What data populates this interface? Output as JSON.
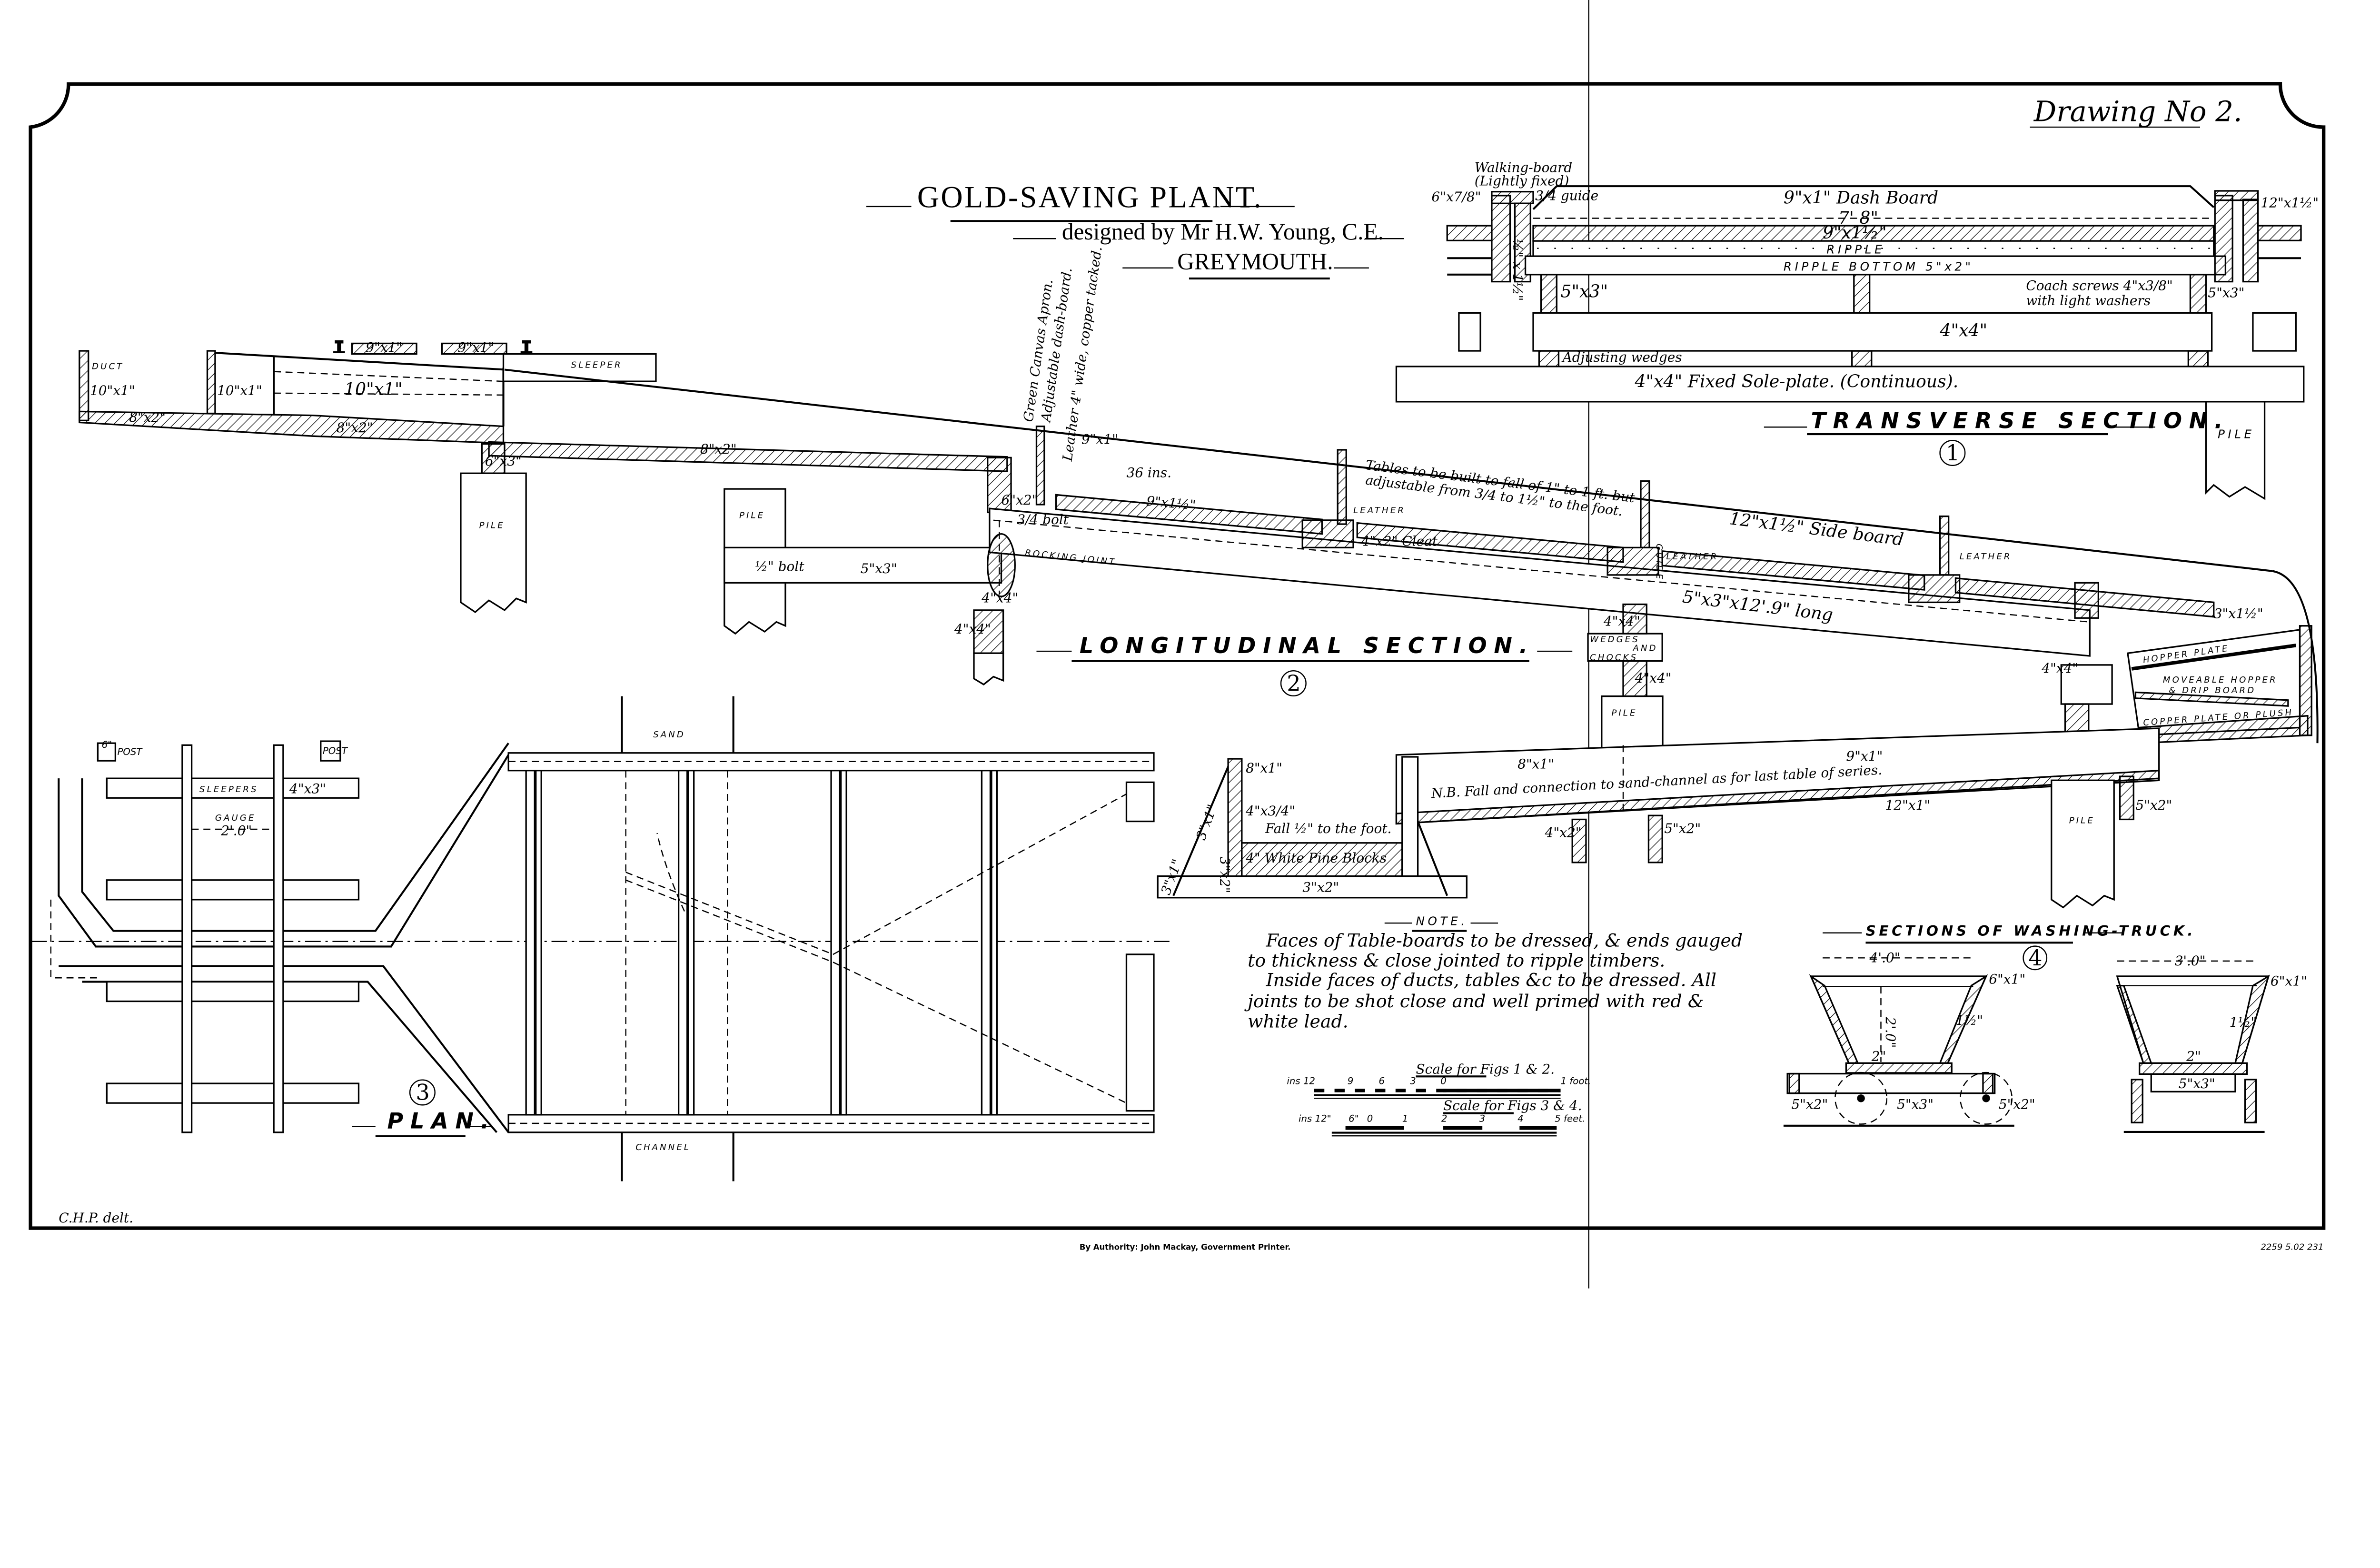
{
  "sheet": {
    "drawing_no": "Drawing No 2.",
    "title": "GOLD-SAVING PLANT.",
    "designer": "designed by Mr H.W. Young, C.E.",
    "location": "GREYMOUTH.",
    "draughtsman": "C.H.P. delt.",
    "imprint": "By Authority: John Mackay, Government Printer.",
    "print_code": "2259 5.02 231"
  },
  "transverse": {
    "title": "TRANSVERSE SECTION.",
    "figure": "1",
    "labels": [
      "Walking-board",
      "(Lightly fixed)",
      "6\"x7/8\"",
      "3/4 guide",
      "9\"x1\" Dash Board",
      "7' 8\"",
      "9\"x1½\"",
      "RIPPLE",
      "RIPPLE BOTTOM 5\"x2\"",
      "½\" x 1½\"",
      "5\"x3\"",
      "Coach screws 4\"x3/8\"",
      "with light washers",
      "4\"x4\"",
      "Adjusting wedges",
      "4\"x4\" Fixed Sole-plate. (Continuous).",
      "12\"x1½\"",
      "PILE",
      "5\"x3\""
    ]
  },
  "longitudinal": {
    "title": "LONGITUDINAL SECTION.",
    "figure": "2",
    "labels": [
      "DUCT",
      "10\"x1\"",
      "10\"x1\"",
      "10\"x1\"",
      "9\"x1\"",
      "9\"x1\"",
      "SLEEPER",
      "8\"x2\"",
      "8\"x2\"",
      "8\"x2\"",
      "6\"x3\"",
      "PILE",
      "PILE",
      "½\" bolt",
      "5\"x3\"",
      "Green Canvas Apron.",
      "Adjustable dash-board.",
      "Leather 4\" wide, copper tacked.",
      "9\"x1\"",
      "36 ins.",
      "9\"x1½\"",
      "6\"x2\"",
      "3/4 bolt",
      "ROCKING JOINT",
      "4\"x4\"",
      "4\"x4\"",
      "Tables to be built to fall of 1\" to 1 ft. but",
      "adjustable from 3/4 to 1½\" to the foot.",
      "LEATHER",
      "4\"x2\" Cleat",
      "GUIDE",
      "LEATHER",
      "12\"x1½\" Side board",
      "LEATHER",
      "5\"x3\"x12'.9\" long",
      "WEDGES",
      "AND",
      "CHOCKS",
      "4\"x4\"",
      "4\"x4\"",
      "3\"x1½\"",
      "HOPPER PLATE",
      "MOVEABLE HOPPER",
      "& DRIP BOARD",
      "COPPER PLATE OR PLUSH",
      "PILE",
      "PILE",
      "8\"x1\"",
      "9\"x1\"",
      "N.B. Fall and connection to sand-channel as for last table of series.",
      "12\"x1\"",
      "5\"x2\"",
      "5\"x2\"",
      "4\"x2\"",
      "8\"x1\"",
      "4\"x3/4\"",
      "Fall ½\" to the foot.",
      "4\" White Pine Blocks",
      "3\"x2\"",
      "3\"x1\"",
      "3\"x2\"",
      "4\"x4\""
    ]
  },
  "plan": {
    "title": "PLAN.",
    "figure": "3",
    "labels": [
      "6\"",
      "POST",
      "POST",
      "SLEEPERS",
      "4\"x3\"",
      "GAUGE",
      "2'.0\"",
      "SAND",
      "CHANNEL",
      "3\"x1\""
    ]
  },
  "note": {
    "title": "NOTE.",
    "lines": [
      "Faces of Table-boards to be dressed, & ends gauged",
      "to thickness & close jointed to ripple timbers.",
      "Inside faces of ducts, tables &c to be dressed. All",
      "joints to be shot close and well primed with red &",
      "white lead."
    ]
  },
  "scales": [
    {
      "title": "Scale for Figs 1 & 2.",
      "ticks": [
        "ins 12",
        "9",
        "6",
        "3",
        "0",
        "1 foot."
      ]
    },
    {
      "title": "Scale for Figs 3 & 4.",
      "ticks": [
        "ins 12\"",
        "6\"",
        "0",
        "1",
        "2",
        "3",
        "4",
        "5 feet."
      ]
    }
  ],
  "truck": {
    "title": "SECTIONS OF WASHING-TRUCK.",
    "figure": "4",
    "side": {
      "labels": [
        "4'.0\"",
        "2'.0\"",
        "6\"x1\"",
        "1½\"",
        "2\"",
        "5\"x2\"",
        "5\"x3\"",
        "5\"x2\""
      ]
    },
    "end": {
      "labels": [
        "3'.0\"",
        "6\"x1\"",
        "1½\"",
        "2\"",
        "5\"x3\""
      ]
    }
  }
}
